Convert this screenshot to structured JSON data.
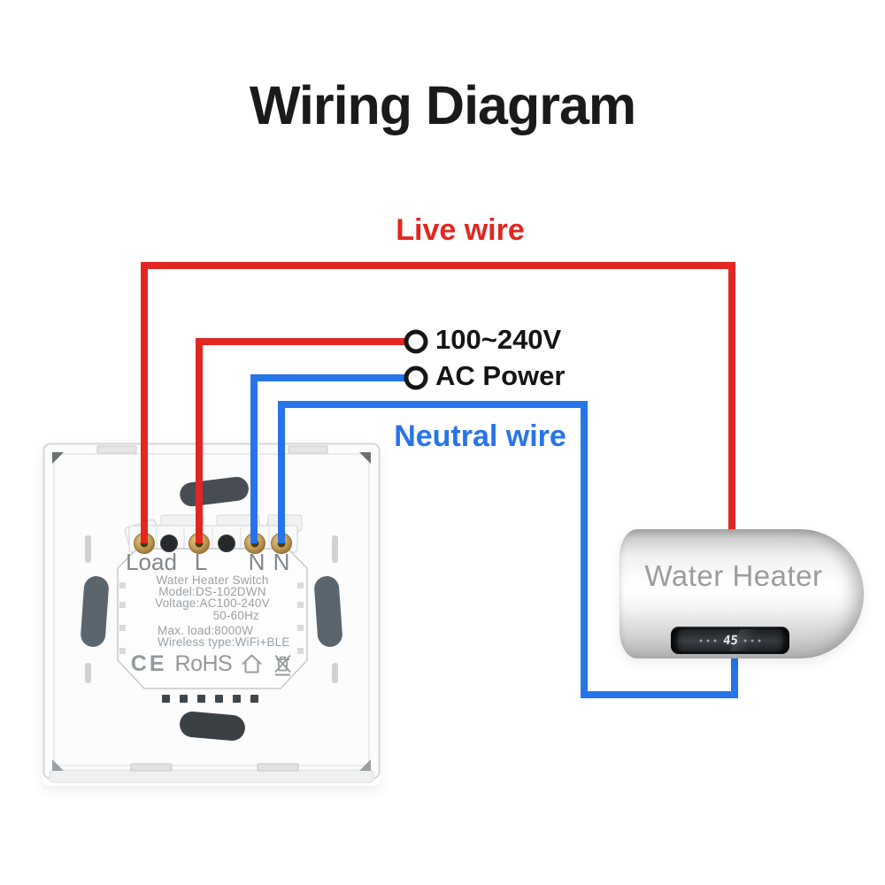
{
  "title": "Wiring Diagram",
  "wiring": {
    "live_label": "Live wire",
    "neutral_label": "Neutral wire",
    "supply_line1": "100~240V",
    "supply_line2": "AC Power",
    "live_color": "#e32621",
    "neutral_color": "#2674e8"
  },
  "switch_device": {
    "terminal_labels": [
      "Load",
      "L",
      "N",
      "N"
    ],
    "info_lines": [
      "Water Heater Switch",
      "Model:DS-102DWN",
      "Voltage:AC100-240V",
      "50-60Hz",
      "Max. load:8000W",
      "Wireless type:WiFi+BLE"
    ],
    "certifications": [
      "CE",
      "RoHS"
    ]
  },
  "water_heater": {
    "label": "Water Heater",
    "display_value": "45"
  }
}
